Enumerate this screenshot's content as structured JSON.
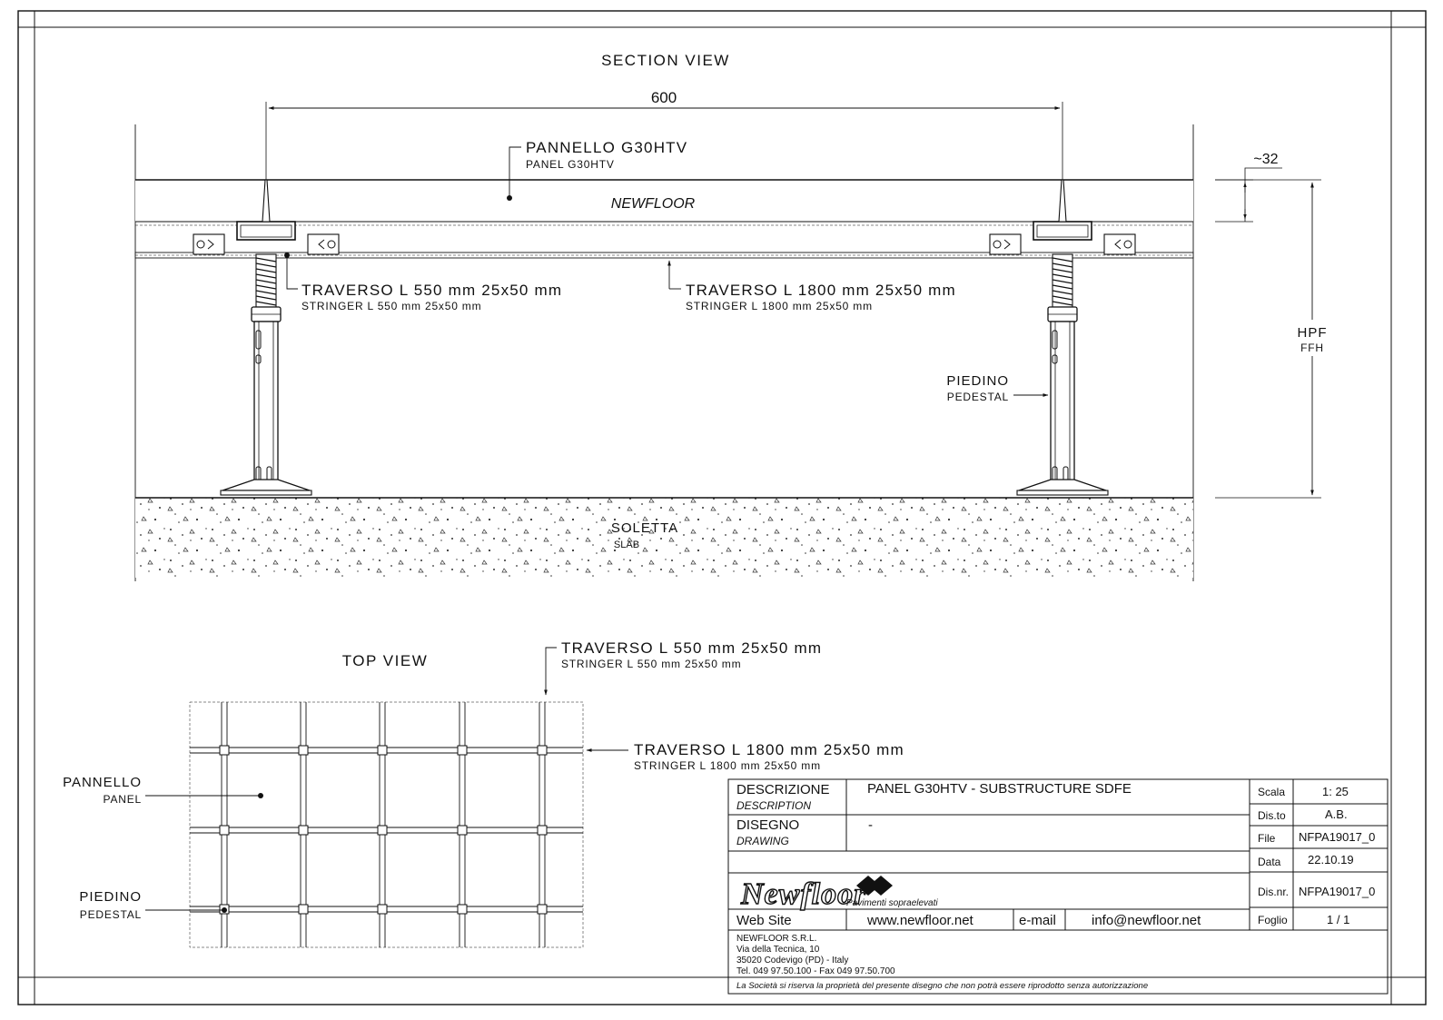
{
  "section_view": {
    "title": "SECTION VIEW",
    "dimension_width": "600",
    "dimension_thickness": "~32",
    "panel_label": "PANNELLO G30HTV",
    "panel_label_en": "PANEL G30HTV",
    "brand_on_panel": "NEWFLOOR",
    "stringer_short": "TRAVERSO L 550 mm 25x50 mm",
    "stringer_short_en": "STRINGER L 550 mm 25x50 mm",
    "stringer_long": "TRAVERSO L 1800 mm 25x50 mm",
    "stringer_long_en": "STRINGER L 1800 mm 25x50 mm",
    "height_label": "HPF",
    "height_label_en": "FFH",
    "pedestal_label": "PIEDINO",
    "pedestal_label_en": "PEDESTAL",
    "slab_label": "SOLETTA",
    "slab_label_en": "SLAB"
  },
  "top_view": {
    "title": "TOP VIEW",
    "stringer_short": "TRAVERSO L 550 mm 25x50 mm",
    "stringer_short_en": "STRINGER L 550 mm 25x50 mm",
    "stringer_long": "TRAVERSO L 1800 mm 25x50 mm",
    "stringer_long_en": "STRINGER L 1800 mm 25x50 mm",
    "panel_label": "PANNELLO",
    "panel_label_en": "PANEL",
    "pedestal_label": "PIEDINO",
    "pedestal_label_en": "PEDESTAL"
  },
  "title_block": {
    "description_label": "DESCRIZIONE",
    "description_label_en": "DESCRIPTION",
    "description_value": "PANEL G30HTV - SUBSTRUCTURE SDFE",
    "drawing_label": "DISEGNO",
    "drawing_label_en": "DRAWING",
    "drawing_value": "-",
    "logo_text": "Newfloor",
    "logo_tagline": "Pavimenti sopraelevati",
    "website_label": "Web Site",
    "website_value": "www.newfloor.net",
    "email_label": "e-mail",
    "email_value": "info@newfloor.net",
    "company_name": "NEWFLOOR S.R.L.",
    "company_street": "Via della Tecnica, 10",
    "company_city": "35020 Codevigo (PD) - Italy",
    "company_phone": "Tel. 049 97.50.100 - Fax 049 97.50.700",
    "disclaimer": "La Società si riserva la proprietà del presente disegno che non potrà essere riprodotto senza autorizzazione",
    "fields": [
      {
        "label": "Scala",
        "value": "1: 25"
      },
      {
        "label": "Dis.to",
        "value": "A.B."
      },
      {
        "label": "File",
        "value": "NFPA19017_0"
      },
      {
        "label": "Data",
        "value": "22.10.19"
      },
      {
        "label": "Dis.nr.",
        "value": "NFPA19017_0"
      },
      {
        "label": "Foglio",
        "value": "1 / 1"
      }
    ]
  }
}
